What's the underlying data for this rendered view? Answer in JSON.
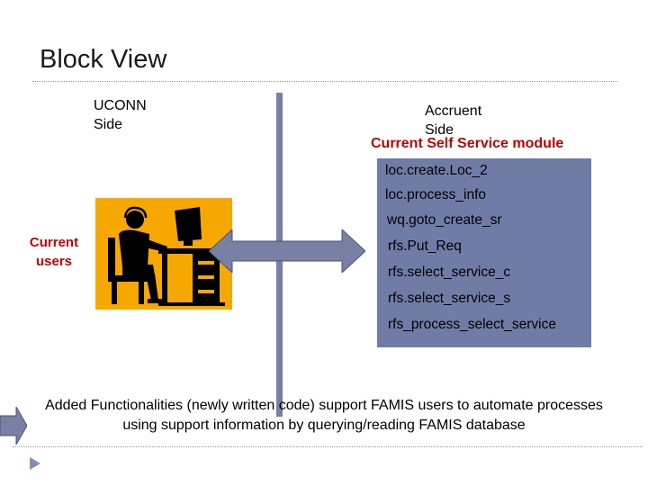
{
  "title": "Block View",
  "uconn_side": {
    "line1": "UCONN",
    "line2": "Side"
  },
  "accruent_side": {
    "line1": "Accruent",
    "line2": "Side"
  },
  "module_title": "Current Self Service module",
  "users_label": {
    "line1": "Current",
    "line2": "users"
  },
  "functions": [
    "loc.create.Loc_2",
    "loc.process_info",
    "wq.goto_create_sr",
    "rfs.Put_Req",
    "rfs.select_service_c",
    "rfs.select_service_s",
    "rfs_process_select_service"
  ],
  "description": {
    "line1": "Added Functionalities (newly written code) support FAMIS users to automate processes",
    "line2": "using support information by querying/reading FAMIS database"
  },
  "colors": {
    "accent_red": "#c00000",
    "module_box": "#6f7ca6",
    "arrow": "#7880a3",
    "icon_background": "#f6a800"
  }
}
